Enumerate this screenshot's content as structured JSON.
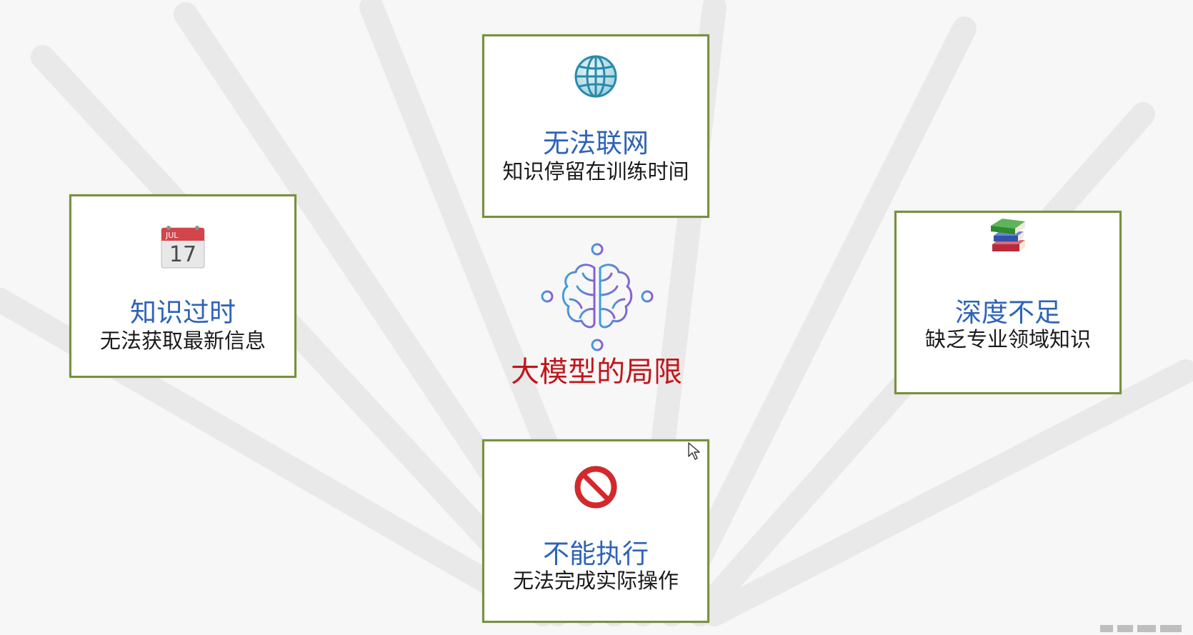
{
  "center": {
    "title": "大模型的局限",
    "icon": "brain-circuit-icon"
  },
  "cards": {
    "top": {
      "icon": "globe-icon",
      "title": "无法联网",
      "desc": "知识停留在训练时间"
    },
    "left": {
      "icon": "calendar-icon",
      "calendar_month": "JUL",
      "calendar_day": "17",
      "title": "知识过时",
      "desc": "无法获取最新信息"
    },
    "right": {
      "icon": "books-icon",
      "title": "深度不足",
      "desc": "缺乏专业领域知识"
    },
    "bottom": {
      "icon": "prohibited-icon",
      "title": "不能执行",
      "desc": "无法完成实际操作"
    }
  },
  "colors": {
    "card_border": "#76923c",
    "card_title": "#2e63b8",
    "center_title": "#c0161b"
  }
}
